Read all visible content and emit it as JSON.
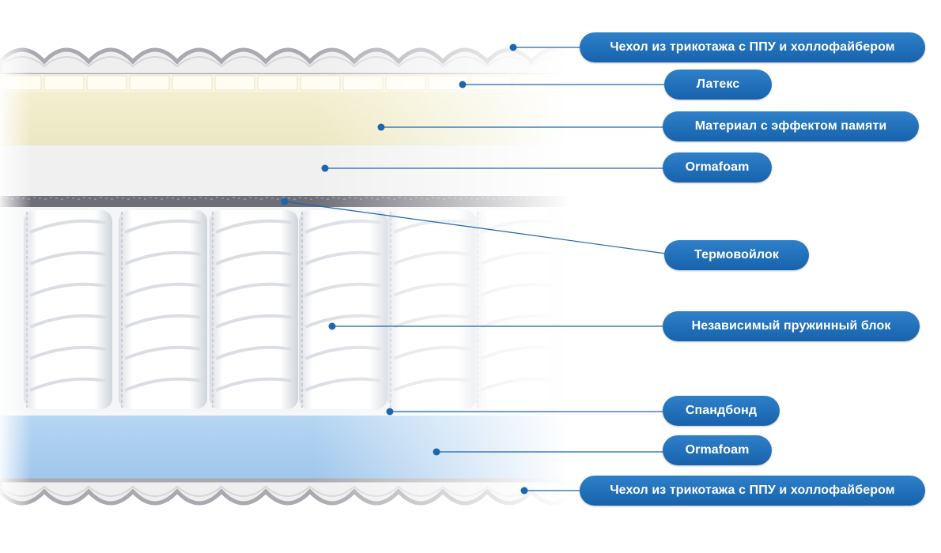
{
  "labels": [
    {
      "text": "Чехол из трикотажа с ППУ и холлофайбером"
    },
    {
      "text": "Латекс"
    },
    {
      "text": "Материал с эффектом памяти"
    },
    {
      "text": "Ormafoam"
    },
    {
      "text": "Термовойлок"
    },
    {
      "text": "Независимый пружинный блок"
    },
    {
      "text": "Спандбонд"
    },
    {
      "text": "Ormafoam"
    },
    {
      "text": "Чехол из трикотажа с ППУ и холлофайбером"
    }
  ],
  "colors": {
    "label_fill": "#1a66b0",
    "leader_line": "#1a66b0",
    "latex": "#fdf8e6",
    "memory_foam": "#f1edc9",
    "ormafoam_top": "#f0f0f0",
    "felt": "#6e6e76",
    "spring_fabric": "#ffffff",
    "ormafoam_bottom": "#a8cdef",
    "cover": "#efefef"
  }
}
